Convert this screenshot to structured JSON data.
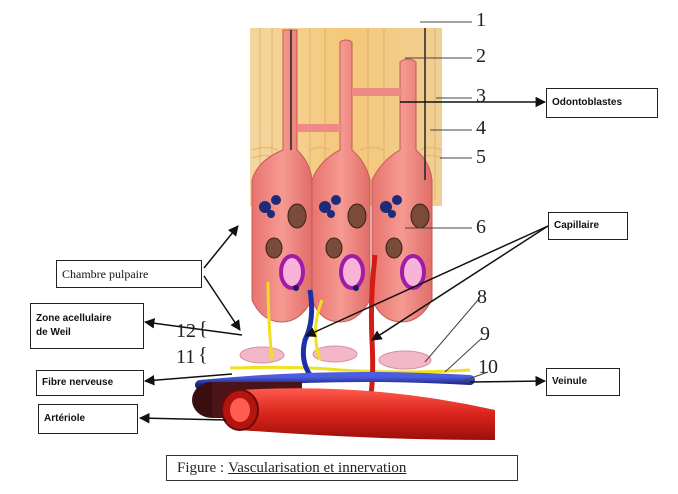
{
  "diagram": {
    "numbers": [
      "1",
      "2",
      "3",
      "4",
      "5",
      "6",
      "8",
      "9",
      "10",
      "11",
      "12"
    ],
    "labels": {
      "odontoblastes": "Odontoblastes",
      "capillaire": "Capillaire",
      "chambre_pulpaire": "Chambre pulpaire",
      "zone_acellulaire_line1": "Zone acellulaire",
      "zone_acellulaire_line2": "de Weil",
      "fibre_nerveuse": "Fibre nerveuse",
      "veinule": "Veinule",
      "arteriole": "Artériole"
    },
    "caption": {
      "prefix": "Figure :",
      "title": "Vascularisation et innervation"
    }
  }
}
